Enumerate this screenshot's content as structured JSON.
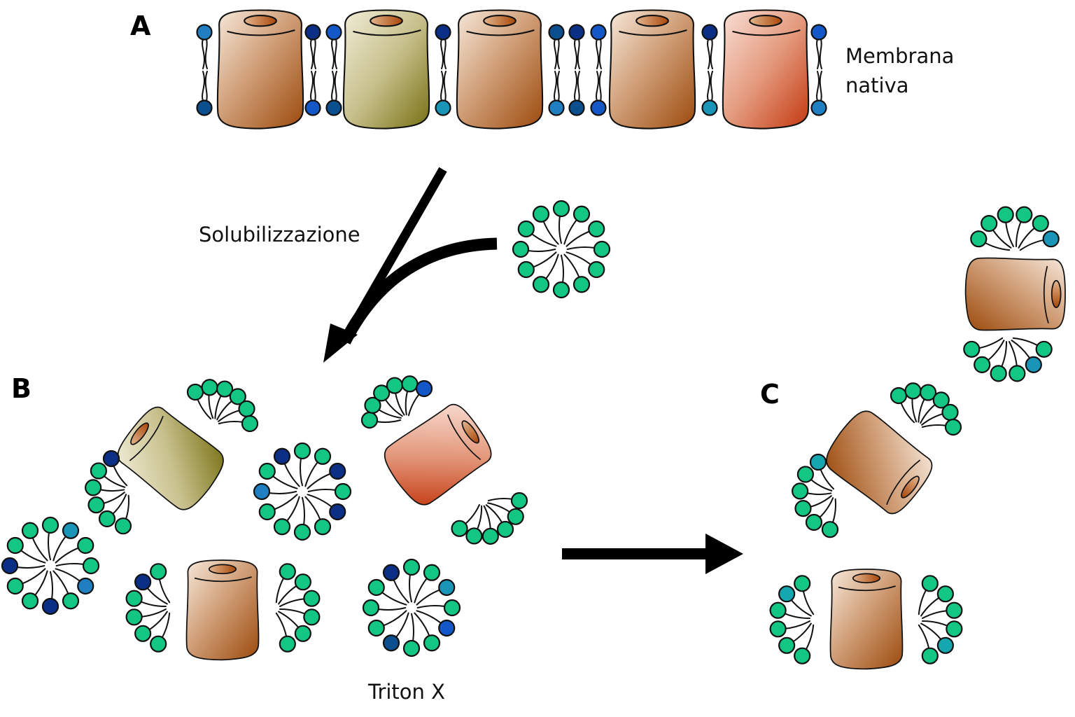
{
  "figure": {
    "panels": [
      {
        "id": "A",
        "label": "A",
        "caption": "Membrana nativa"
      },
      {
        "id": "B",
        "label": "B",
        "caption": "Triton X"
      },
      {
        "id": "C",
        "label": "C"
      }
    ],
    "process_label": "Solubilizzazione",
    "colors": {
      "detergent_head": "#13c683",
      "lipid_heads": [
        "#1f7fc0",
        "#0c2f86",
        "#1458c8",
        "#1a95b7",
        "#0c4f8e",
        "#15a7b0"
      ],
      "proteins": {
        "brown": [
          "#f4e3d2",
          "#a24f10"
        ],
        "olive": [
          "#f0ebd6",
          "#7a7315"
        ],
        "salmon": [
          "#f8dad0",
          "#c93b15"
        ]
      }
    },
    "membrane_proteins": [
      "brown",
      "olive",
      "brown",
      "brown",
      "salmon"
    ],
    "solubilized_complexes_B": [
      "olive",
      "salmon",
      "brown"
    ],
    "purified_complexes_C": [
      "brown",
      "brown",
      "brown"
    ],
    "free_micelles_B": 3,
    "detergent_name": "Triton X"
  }
}
